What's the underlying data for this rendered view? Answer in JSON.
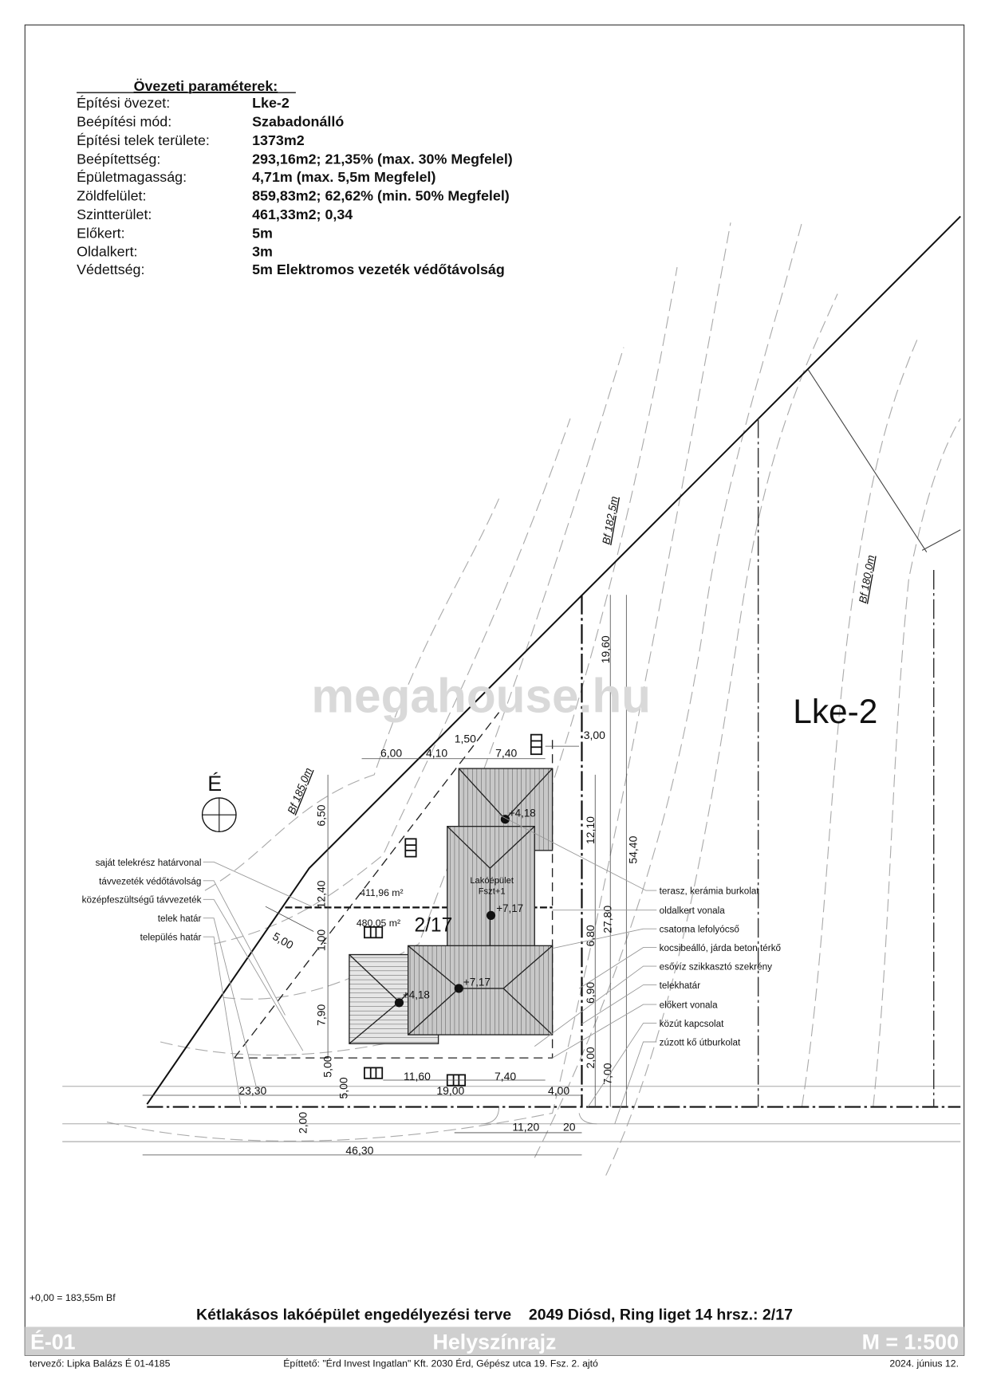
{
  "params": {
    "header": "Övezeti paraméterek:",
    "rows": [
      {
        "label": "Építési övezet:",
        "value": "Lke-2"
      },
      {
        "label": "Beépítési mód:",
        "value": "Szabadonálló"
      },
      {
        "label": "Építési telek területe:",
        "value": "1373m2"
      },
      {
        "label": "Beépítettség:",
        "value": "293,16m2; 21,35% (max. 30% Megfelel)"
      },
      {
        "label": "Épületmagasság:",
        "value": "4,71m (max. 5,5m Megfelel)"
      },
      {
        "label": "Zöldfelület:",
        "value": "859,83m2; 62,62% (min. 50% Megfelel)"
      },
      {
        "label": "Szintterület:",
        "value": "461,33m2; 0,34"
      },
      {
        "label": "Előkert:",
        "value": "5m"
      },
      {
        "label": "Oldalkert:",
        "value": "3m"
      },
      {
        "label": "Védettség:",
        "value": "5m Elektromos vezeték védőtávolság"
      }
    ]
  },
  "watermark": "megahouse.hu",
  "zone_label": "Lke-2",
  "north": "É",
  "elevations": [
    "Bf 185,0m",
    "Bf 182,5m",
    "Bf 180,0m"
  ],
  "plot": {
    "number": "2/17",
    "area_upper": "411,96 m²",
    "area_lower": "480,05 m²",
    "building": [
      "Lakóépület",
      "Fszt+1"
    ],
    "heights": [
      "+4,18",
      "+7,17",
      "+4,18",
      "+7,17"
    ]
  },
  "dims": {
    "top": [
      "6,00",
      "4,10",
      "1,50",
      "7,40",
      "3,00"
    ],
    "right": [
      "19,60",
      "12,10",
      "54,40",
      "6,80",
      "27,80",
      "6,90",
      "2,00",
      "7,00"
    ],
    "left": [
      "6,50",
      "12,40",
      "1,00",
      "7,90",
      "5,00",
      "5,00",
      "2,00",
      "5,00"
    ],
    "bottom": [
      "23,30",
      "11,60",
      "19,00",
      "7,40",
      "4,00",
      "11,20",
      "20",
      "46,30"
    ]
  },
  "legend_left": [
    "saját telekrész határvonal",
    "távvezeték védőtávolság",
    "középfeszültségű távvezeték",
    "telek határ",
    "település határ"
  ],
  "legend_right": [
    "terasz, kerámia burkolat",
    "oldalkert vonala",
    "csatorna lefolyócső",
    "kocsibeálló, járda beton térkő",
    "esővíz szikkasztó szekrény",
    "telekhatár",
    "előkert vonala",
    "közút kapcsolat",
    "zúzott kő útburkolat"
  ],
  "footer": {
    "datum": "+0,00 = 183,55m Bf",
    "title": "Kétlakásos lakóépület engedélyezési terve    2049 Diósd, Ring liget 14 hrsz.: 2/17",
    "sheet": "É-01",
    "name": "Helyszínrajz",
    "scale": "M = 1:500",
    "designer": "tervező: Lipka  Balázs É 01-4185",
    "client": "Építtető: \"Érd Invest Ingatlan\" Kft. 2030 Érd, Gépész utca 19. Fsz. 2. ajtó",
    "date": "2024. június 12."
  }
}
